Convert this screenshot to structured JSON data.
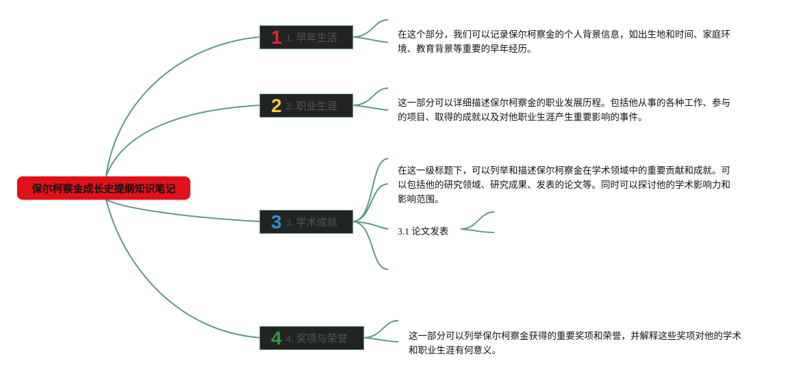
{
  "root": {
    "label": "保尔柯察金成长史提纲知识笔记"
  },
  "branches": [
    {
      "number": "1",
      "number_color": "#e3252d",
      "label": "1. 早年生活",
      "note": "在这个部分，我们可以记录保尔柯察金的个人背景信息，如出生地和时间、家庭环境、教育背景等重要的早年经历。"
    },
    {
      "number": "2",
      "number_color": "#f2c94c",
      "label": "2. 职业生涯",
      "note": "这一部分可以详细描述保尔柯察金的职业发展历程。包括他从事的各种工作、参与的项目、取得的成就以及对他职业生涯产生重要影响的事件。"
    },
    {
      "number": "3",
      "number_color": "#2f8fd8",
      "label": "3. 学术成就",
      "note": "在这一级标题下，可以列举和描述保尔柯察金在学术领域中的重要贡献和成就。可以包括他的研究领域、研究成果、发表的论文等。同时可以探讨他的学术影响力和影响范围。",
      "subtopic": "3.1 论文发表"
    },
    {
      "number": "4",
      "number_color": "#2e9a3a",
      "label": "4. 奖项与荣誉",
      "note": "这一部分可以列举保尔柯察金获得的重要奖项和荣誉，并解释这些奖项对他的学术和职业生涯有何意义。"
    }
  ],
  "colors": {
    "root_bg": "#e0111b",
    "branch_bg": "#222424",
    "link": "#5a9a80"
  }
}
